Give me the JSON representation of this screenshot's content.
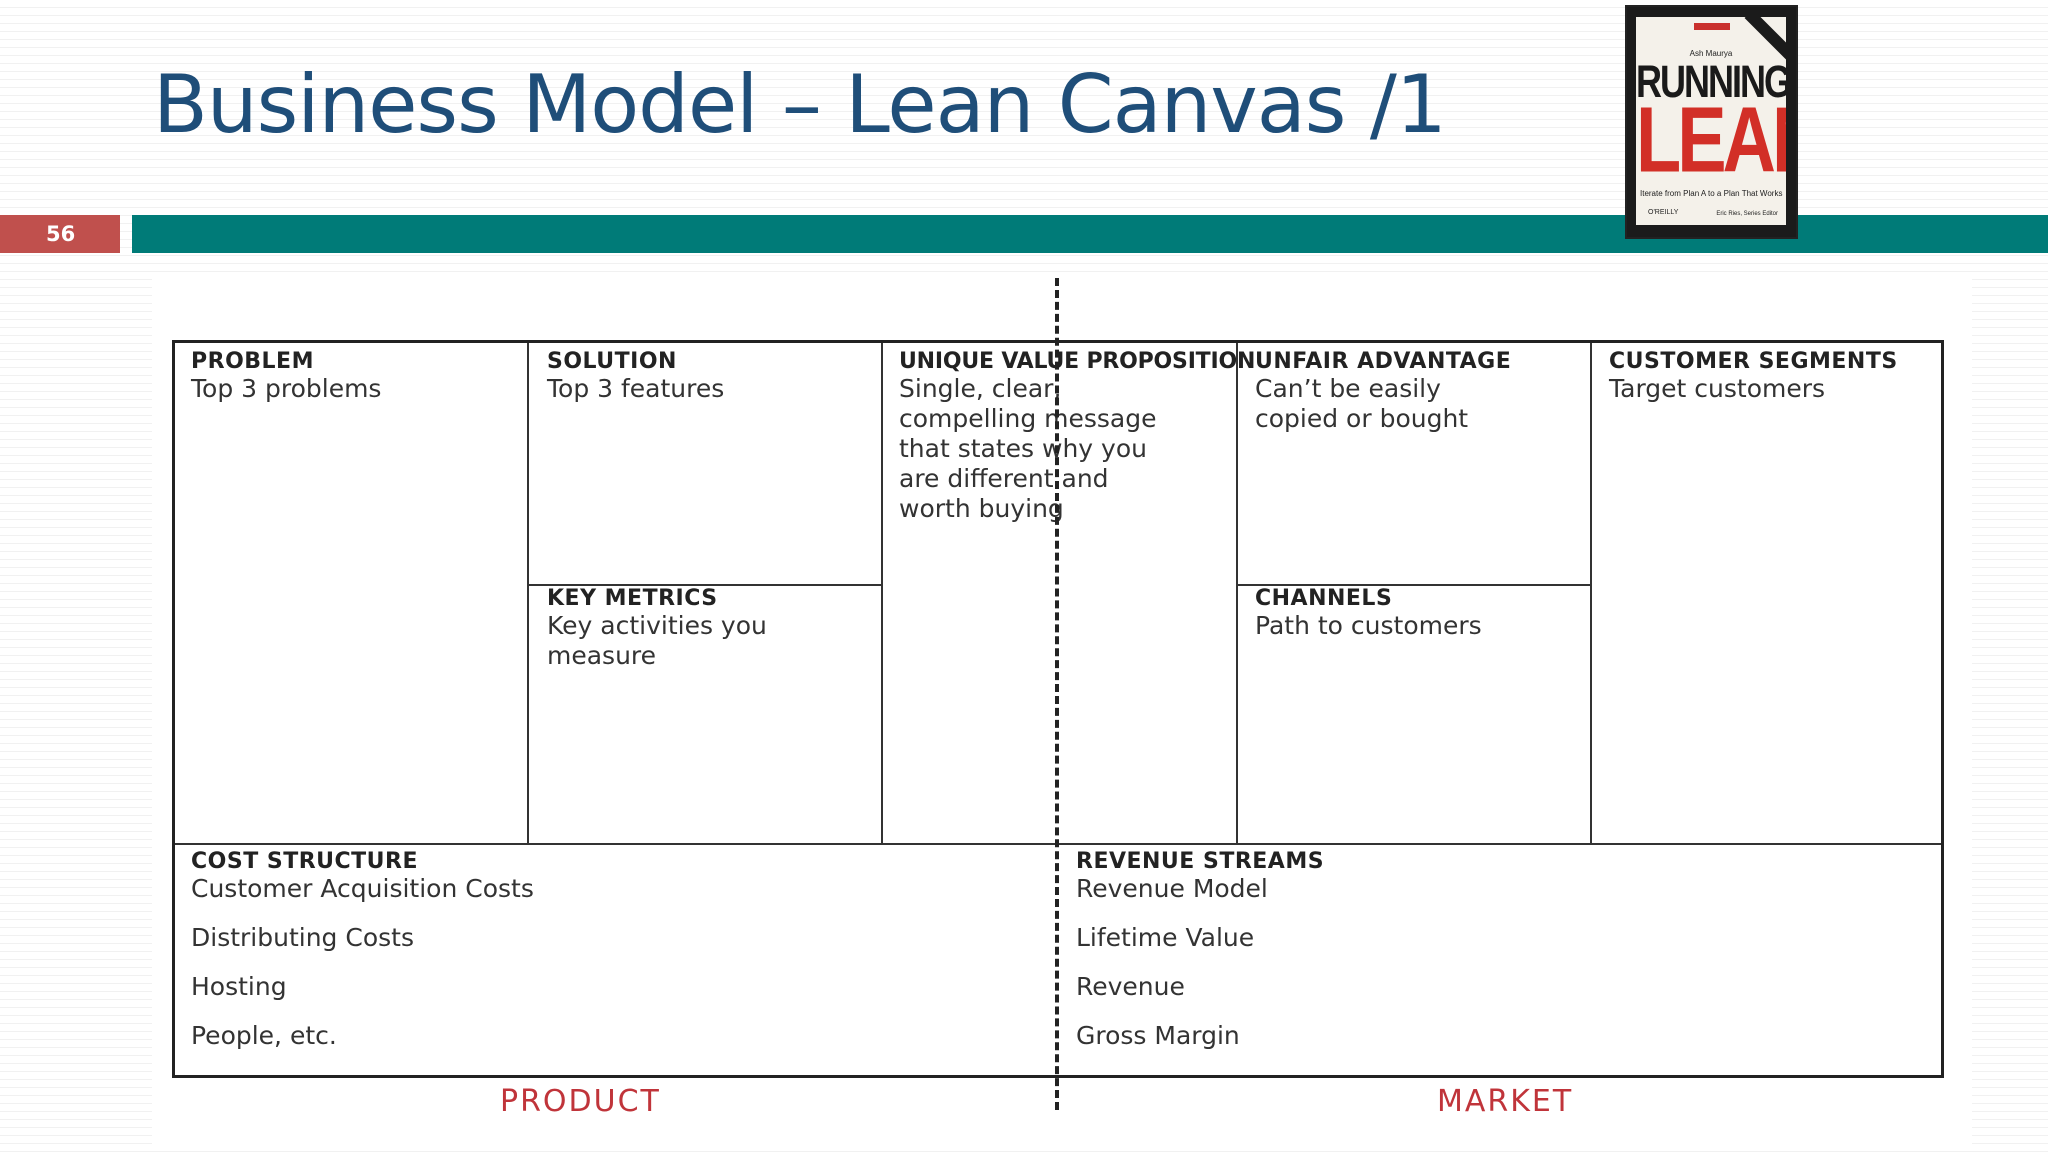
{
  "slide": {
    "title": "Business Model – Lean Canvas /1",
    "number": "56"
  },
  "book": {
    "author": "Ash Maurya",
    "title_line1": "RUNNING",
    "title_line2": "LEAN",
    "tagline": "Iterate from Plan A to a Plan That Works",
    "publisher": "O'REILLY",
    "editor": "Eric Ries, Series Editor"
  },
  "canvas": {
    "problem": {
      "heading": "PROBLEM",
      "desc": "Top 3 problems"
    },
    "solution": {
      "heading": "SOLUTION",
      "desc": "Top 3 features"
    },
    "key_metrics": {
      "heading": "KEY METRICS",
      "desc_lines": [
        "Key activities you",
        "measure"
      ]
    },
    "uvp": {
      "heading": "UNIQUE VALUE PROPOSITION",
      "desc_lines": [
        "Single, clear,",
        "compelling message",
        "that states why you",
        "are different and",
        "worth buying"
      ]
    },
    "unfair_advantage": {
      "heading": "UNFAIR ADVANTAGE",
      "desc_lines": [
        "Can’t be easily",
        "copied or bought"
      ]
    },
    "channels": {
      "heading": "CHANNELS",
      "desc": "Path to customers"
    },
    "customer_segments": {
      "heading": "CUSTOMER SEGMENTS",
      "desc": "Target customers"
    },
    "cost_structure": {
      "heading": "COST STRUCTURE",
      "items": [
        "Customer Acquisition Costs",
        "Distributing Costs",
        "Hosting",
        "People, etc."
      ]
    },
    "revenue_streams": {
      "heading": "REVENUE STREAMS",
      "items": [
        "Revenue Model",
        "Lifetime Value",
        "Revenue",
        "Gross Margin"
      ]
    }
  },
  "footer": {
    "left": "PRODUCT",
    "right": "MARKET"
  },
  "colors": {
    "title": "#1f4e79",
    "teal_bar": "#007b78",
    "slide_number_bg": "#c0504d",
    "footer_label": "#c0343a"
  }
}
